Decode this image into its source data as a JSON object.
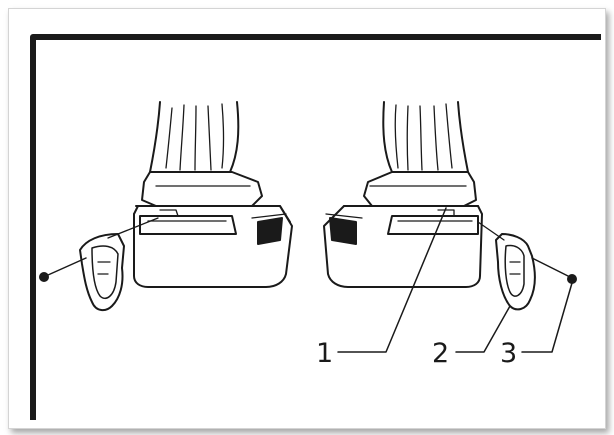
{
  "diagram": {
    "callouts": [
      {
        "id": "1",
        "label": "1"
      },
      {
        "id": "2",
        "label": "2"
      },
      {
        "id": "3",
        "label": "3"
      }
    ],
    "colors": {
      "line": "#1a1a1a",
      "frame_border": "#d4d4d4",
      "background": "#ffffff"
    }
  }
}
